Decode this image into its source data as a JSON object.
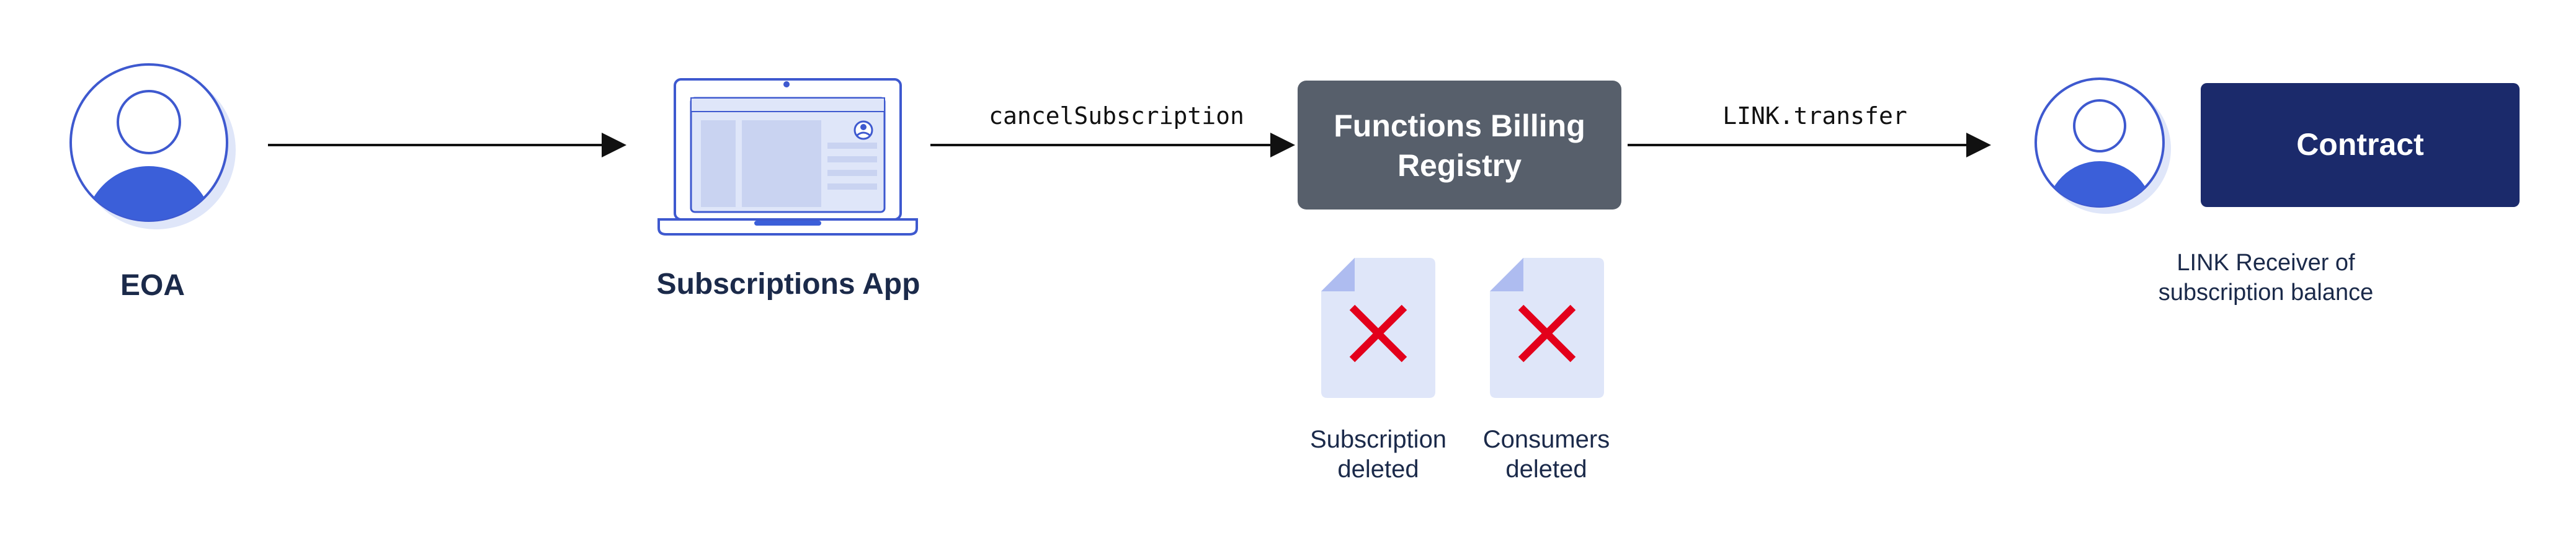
{
  "colors": {
    "accent_blue": "#3b5fd9",
    "outline_blue": "#3e59cf",
    "light_blue": "#dfe6f9",
    "registry_gray": "#575f6b",
    "contract_navy": "#1b2a6b",
    "x_red": "#e3001b",
    "text_dark": "#1b2a4a"
  },
  "nodes": {
    "eoa": {
      "label": "EOA",
      "icon": "user-avatar-icon"
    },
    "app": {
      "label": "Subscriptions App",
      "icon": "laptop-icon"
    },
    "registry": {
      "line1": "Functions Billing",
      "line2": "Registry"
    },
    "receiver": {
      "icon": "user-avatar-icon",
      "caption_line1": "LINK Receiver of",
      "caption_line2": "subscription balance"
    },
    "contract": {
      "label": "Contract"
    }
  },
  "edges": {
    "app_to_registry": {
      "label": "cancelSubscription"
    },
    "registry_to_receiver": {
      "label": "LINK.transfer"
    }
  },
  "documents": [
    {
      "line1": "Subscription",
      "line2": "deleted",
      "icon": "deleted-document-icon"
    },
    {
      "line1": "Consumers",
      "line2": "deleted",
      "icon": "deleted-document-icon"
    }
  ]
}
